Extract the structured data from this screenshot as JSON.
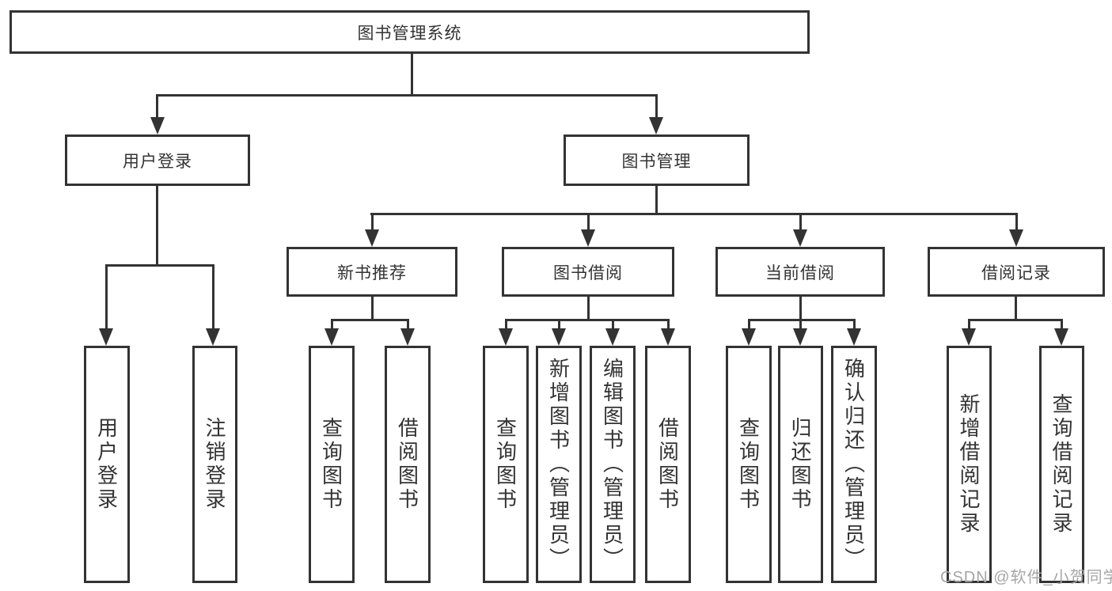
{
  "tree": {
    "label": "图书管理系统",
    "children": [
      {
        "label": "用户登录",
        "children": [
          {
            "label": "用户登录"
          },
          {
            "label": "注销登录"
          }
        ]
      },
      {
        "label": "图书管理",
        "children": [
          {
            "label": "新书推荐",
            "children": [
              {
                "label": "查询图书"
              },
              {
                "label": "借阅图书"
              }
            ]
          },
          {
            "label": "图书借阅",
            "children": [
              {
                "label": "查询图书"
              },
              {
                "label": "新增图书（管理员）"
              },
              {
                "label": "编辑图书（管理员）"
              },
              {
                "label": "借阅图书"
              }
            ]
          },
          {
            "label": "当前借阅",
            "children": [
              {
                "label": "查询图书"
              },
              {
                "label": "归还图书"
              },
              {
                "label": "确认归还（管理员）"
              }
            ]
          },
          {
            "label": "借阅记录",
            "children": [
              {
                "label": "新增借阅记录"
              },
              {
                "label": "查询借阅记录"
              }
            ]
          }
        ]
      }
    ]
  },
  "watermark": {
    "text": "CSDN @软件_小贺同学"
  },
  "colors": {
    "line": "#333333",
    "text": "#333333",
    "watermark": "#a6a6a6",
    "background": "#ffffff"
  }
}
